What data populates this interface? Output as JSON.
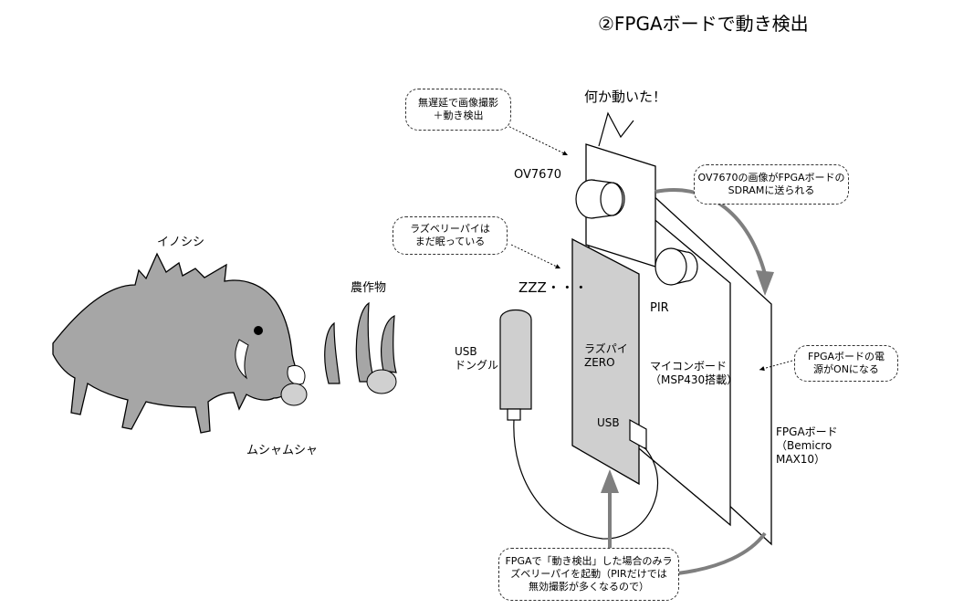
{
  "title": "②FPGAボードで動き検出",
  "labels": {
    "motion": "何か動いた！",
    "ov7670": "OV7670",
    "boar": "イノシシ",
    "crops": "農作物",
    "munch": "ムシャムシャ",
    "zzz": "ZZZ・・・",
    "pir": "PIR",
    "usb_dongle": [
      "USB",
      "ドングル"
    ],
    "raspi": [
      "ラズパイ",
      "ZERO"
    ],
    "usb": "USB",
    "mcu_board": [
      "マイコンボード",
      "（MSP430搭載）"
    ],
    "fpga_board": [
      "FPGAボード",
      "（Bemicro",
      "MAX10）"
    ]
  },
  "bubbles": {
    "no_delay": [
      "無遅延で画像撮影",
      "＋動き検出"
    ],
    "raspi_sleep": [
      "ラズベリーパイは",
      "まだ眠っている"
    ],
    "image_sent": [
      "OV7670の画像がFPGAボードの",
      "SDRAMに送られる"
    ],
    "fpga_power": [
      "FPGAボードの電",
      "源がONになる"
    ],
    "wakeup": [
      "FPGAで「動き検出」した場合のみラ",
      "ズベリーパイを起動（PIRだけでは",
      "無効撮影が多くなるので）"
    ]
  }
}
